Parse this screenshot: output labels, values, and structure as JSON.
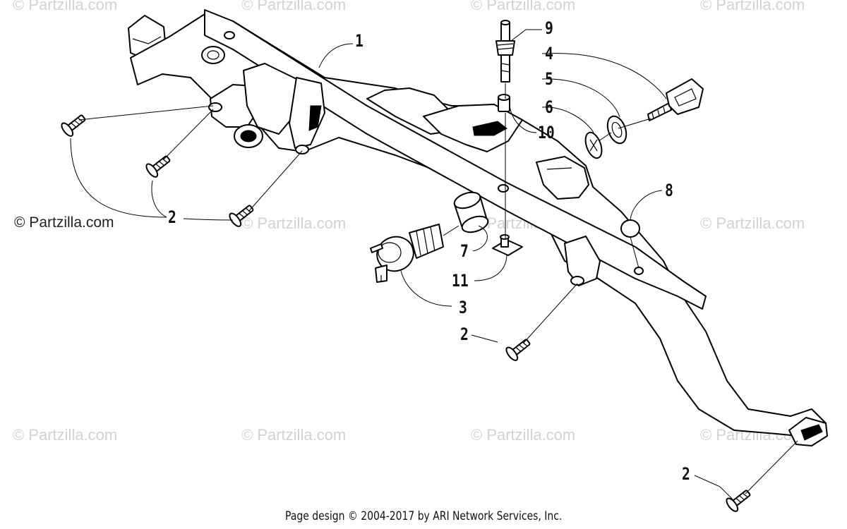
{
  "watermarks": [
    "© Partzilla.com",
    "© Partzilla.com",
    "© Partzilla.com",
    "© Partzilla.com",
    "© Partzilla.com",
    "© Partzilla.com",
    "© Partzilla.com",
    "© Partzilla.com",
    "© Partzilla.com",
    "© Partzilla.com",
    "© Partzilla.com"
  ],
  "copyright_label": "© Partzilla.com",
  "callouts": {
    "c1": "1",
    "c2a": "2",
    "c2b": "2",
    "c2c": "2",
    "c3": "3",
    "c4": "4",
    "c5": "5",
    "c6": "6",
    "c7": "7",
    "c8": "8",
    "c9": "9",
    "c10": "10",
    "c11": "11"
  },
  "footer": "Page design © 2004-2017 by ARI Network Services, Inc."
}
